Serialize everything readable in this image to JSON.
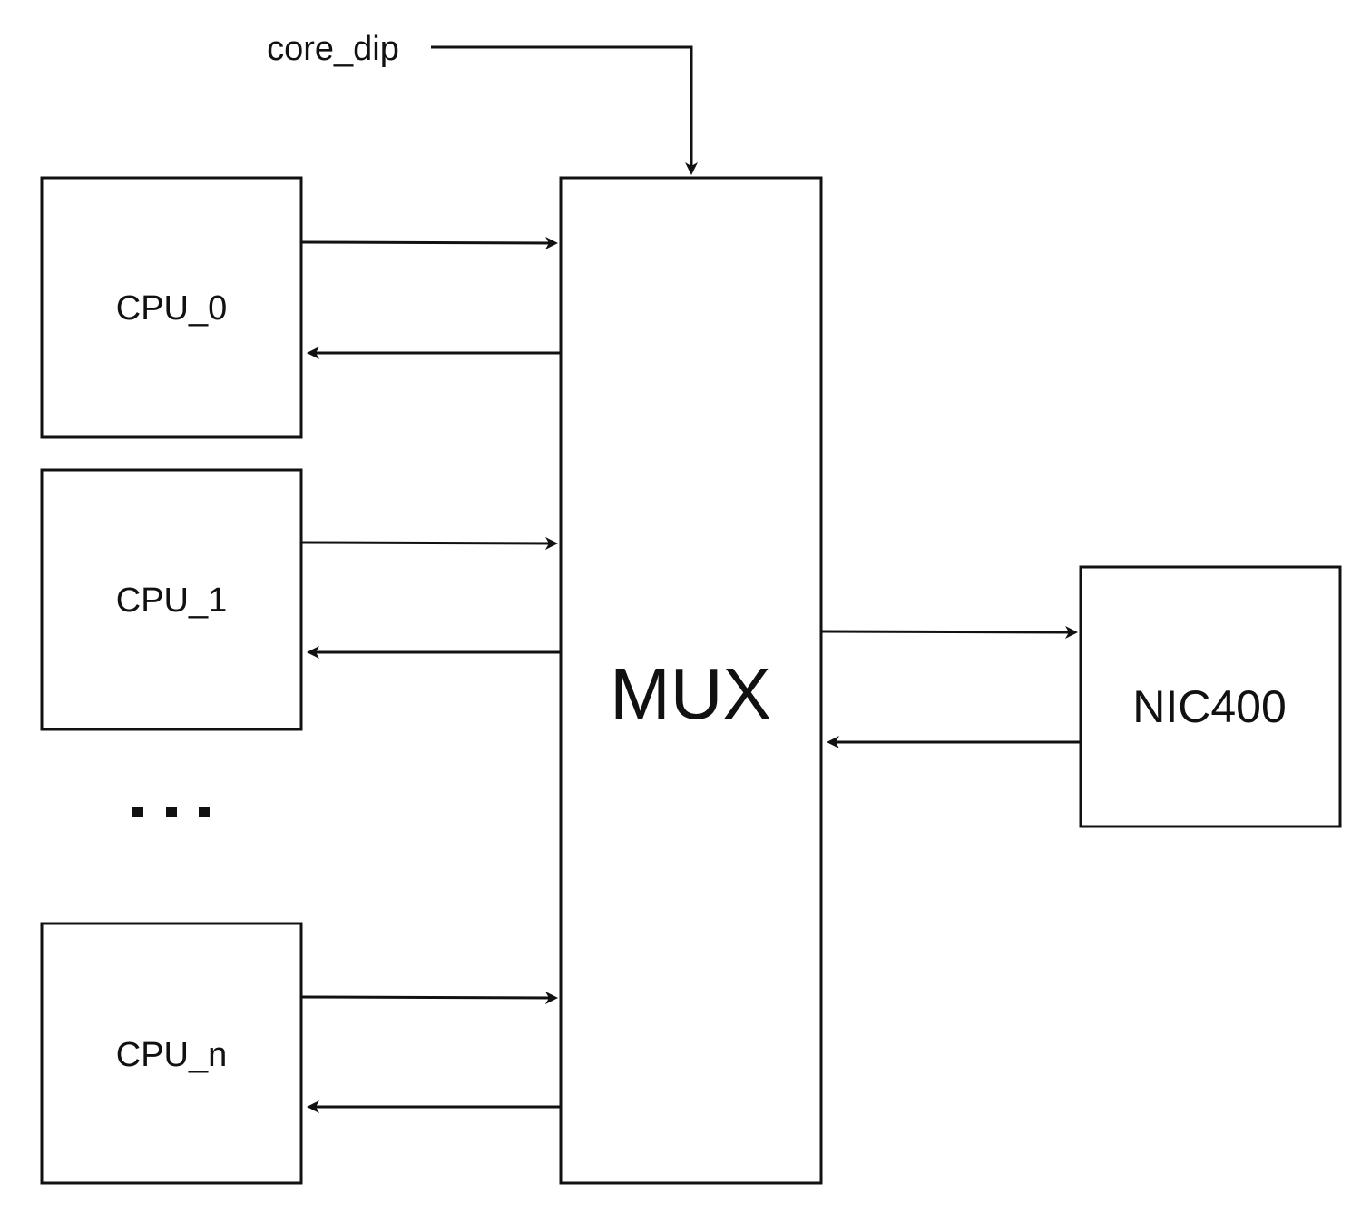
{
  "signal": {
    "label": "core_dip"
  },
  "blocks": {
    "cpu_0": "CPU_0",
    "cpu_1": "CPU_1",
    "cpu_n": "CPU_n",
    "mux": "MUX",
    "nic": "NIC400"
  },
  "ellipsis": "...",
  "colors": {
    "stroke": "#111111",
    "background": "#ffffff"
  }
}
